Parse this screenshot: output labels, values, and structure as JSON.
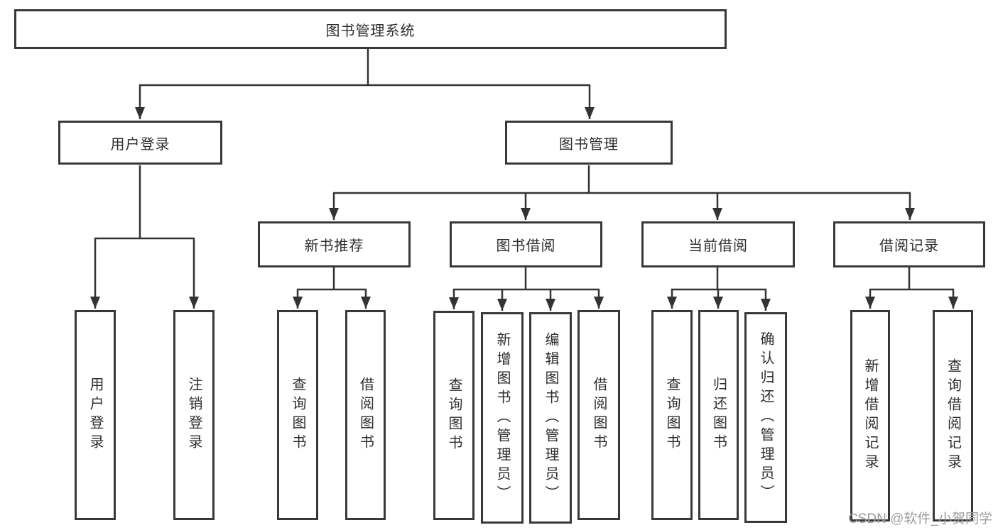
{
  "colors": {
    "background": "#ffffff",
    "line": "#333333",
    "box_border": "#383838",
    "text": "#2d2d2d",
    "watermark": "#9b9b9b"
  },
  "watermark": {
    "text": "CSDN @软件_小贺同学"
  },
  "tree": {
    "root": {
      "label": "图书管理系统"
    },
    "branches": [
      {
        "label": "用户登录",
        "leaves": [
          {
            "label": "用户登录"
          },
          {
            "label": "注销登录"
          }
        ]
      },
      {
        "label": "图书管理",
        "groups": [
          {
            "label": "新书推荐",
            "leaves": [
              {
                "label": "查询图书"
              },
              {
                "label": "借阅图书"
              }
            ]
          },
          {
            "label": "图书借阅",
            "leaves": [
              {
                "label": "查询图书"
              },
              {
                "label": "新增图书（管理员）"
              },
              {
                "label": "编辑图书（管理员）"
              },
              {
                "label": "借阅图书"
              }
            ]
          },
          {
            "label": "当前借阅",
            "leaves": [
              {
                "label": "查询图书"
              },
              {
                "label": "归还图书"
              },
              {
                "label": "确认归还（管理员）"
              }
            ]
          },
          {
            "label": "借阅记录",
            "leaves": [
              {
                "label": "新增借阅记录"
              },
              {
                "label": "查询借阅记录"
              }
            ]
          }
        ]
      }
    ]
  }
}
